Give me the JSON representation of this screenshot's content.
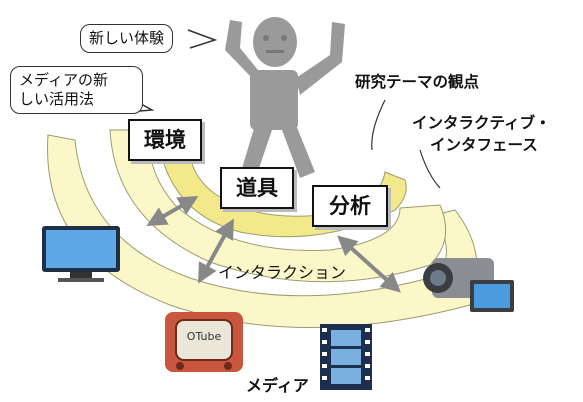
{
  "bubbles": {
    "new_experience": "新しい体験",
    "media_usage_line1": "メディアの新",
    "media_usage_line2": "しい活用法"
  },
  "labels": {
    "research_viewpoint": "研究テーマの観点",
    "interactive_line1": "インタラクティブ・",
    "interactive_line2": "インタフェース",
    "environment": "環境",
    "tool": "道具",
    "analysis": "分析",
    "interaction": "インタラクション",
    "media": "メディア",
    "tv_screen_text": "OTube"
  },
  "colors": {
    "arc_fill": "#fbf7c8",
    "inner_arc_fill": "#f3e98a",
    "arrow": "#888888",
    "figure": "#9a9a9a"
  }
}
